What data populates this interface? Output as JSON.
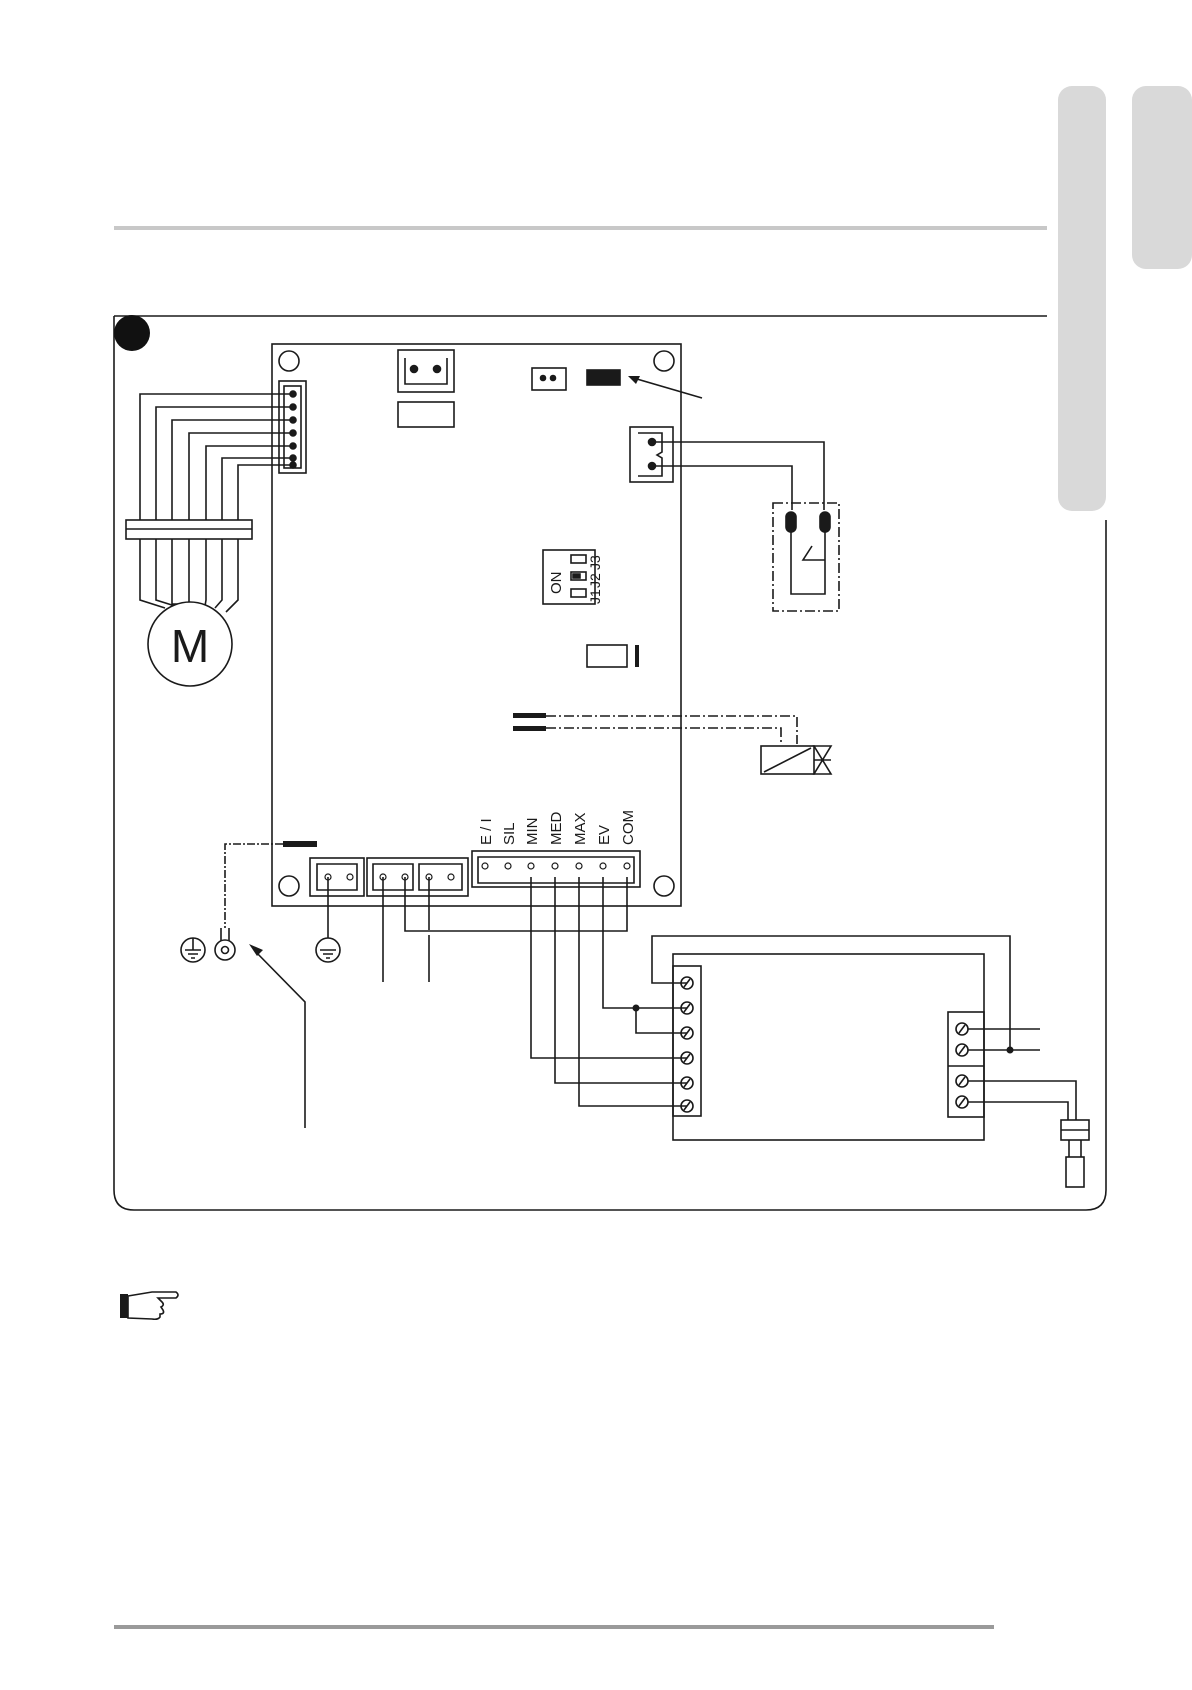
{
  "motor": {
    "label": "M"
  },
  "dip_switch": {
    "on_label": "ON",
    "jumper_labels": [
      "J1",
      "J2",
      "J3"
    ]
  },
  "terminal_block": {
    "labels": [
      "E / I",
      "SIL",
      "MIN",
      "MED",
      "MAX",
      "EV",
      "COM"
    ]
  },
  "colors": {
    "line": "#1a1a1a",
    "tab": "#d9d9d9",
    "rule": "#c8c8c8",
    "badge": "#111111"
  },
  "icons": {
    "badge": "black-circle-badge",
    "ground": "ground-icon",
    "eyelet": "ring-terminal-icon",
    "note": "pointing-hand-icon",
    "valve": "solenoid-valve-icon"
  }
}
